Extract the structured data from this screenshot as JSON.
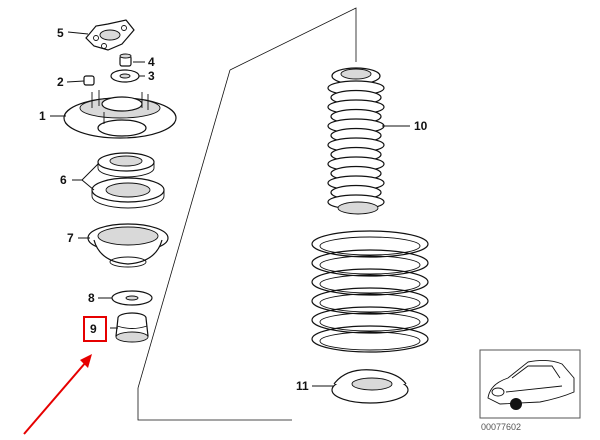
{
  "callouts": {
    "p1": "1",
    "p2": "2",
    "p3": "3",
    "p4": "4",
    "p5": "5",
    "p6": "6",
    "p7": "7",
    "p8": "8",
    "p9": "9",
    "p10": "10",
    "p11": "11"
  },
  "highlight": {
    "part": "9",
    "box_color": "#e60000",
    "arrow_color": "#e60000"
  },
  "thumbnail": {
    "code": "00077602"
  }
}
